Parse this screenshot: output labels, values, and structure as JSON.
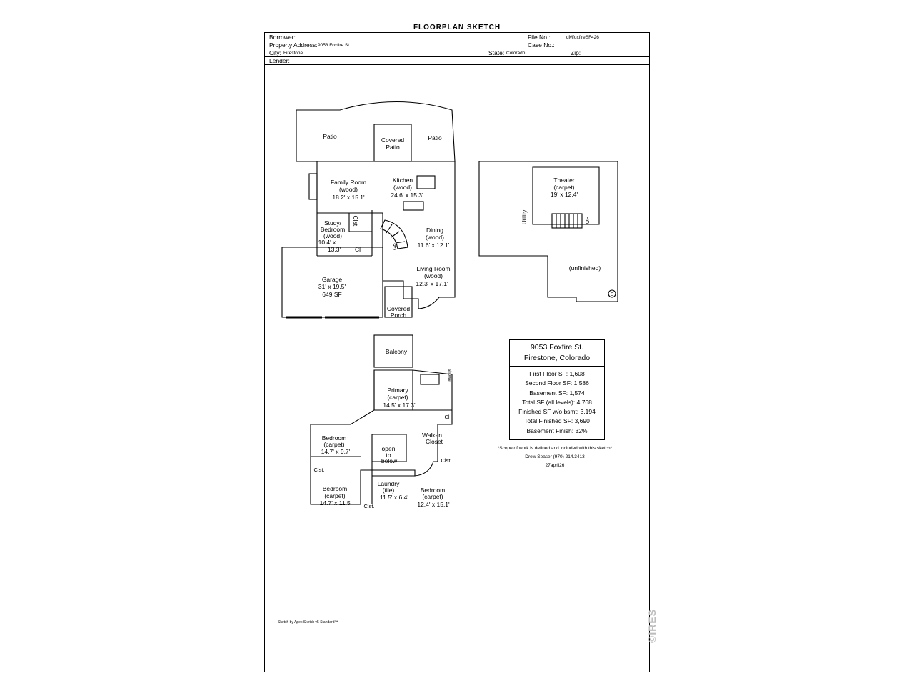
{
  "page_title": "FLOORPLAN SKETCH",
  "header": {
    "borrower_label": "Borrower:",
    "file_no_label": "File No.:",
    "file_no_value": "dMfoxfireSF426",
    "property_label": "Property Address:",
    "property_value": "9053 Foxfire St.",
    "case_no_label": "Case No.:",
    "city_label": "City:",
    "city_value": "Firestone",
    "state_label": "State:",
    "state_value": "Colorado",
    "zip_label": "Zip:",
    "lender_label": "Lender:"
  },
  "first_floor": {
    "patio_left": "Patio",
    "covered_patio": [
      "Covered",
      "Patio"
    ],
    "patio_right": "Patio",
    "family_room": [
      "Family Room",
      "(wood)",
      "18.2' x 15.1'"
    ],
    "kitchen": [
      "Kitchen",
      "(wood)",
      "24.6' x 15.3'"
    ],
    "study": [
      "Study/",
      "Bedroom",
      "(wood)",
      "10.4' x",
      "13.3'"
    ],
    "clst": "Clst.",
    "cl": "Cl",
    "up": "UP",
    "dining": [
      "Dining",
      "(wood)",
      "11.6' x 12.1'"
    ],
    "garage": [
      "Garage",
      "31' x 19.5'",
      "649 SF"
    ],
    "living_room": [
      "Living Room",
      "(wood)",
      "12.3' x 17.1'"
    ],
    "covered_porch": [
      "Covered",
      "Porch"
    ]
  },
  "basement": {
    "theater": [
      "Theater",
      "(carpet)",
      "19' x 12.4'"
    ],
    "utility": "Utility",
    "up": "UP",
    "unfinished": "(unfinished)",
    "sump": "S"
  },
  "second_floor": {
    "balcony": "Balcony",
    "primary": [
      "Primary",
      "(carpet)",
      "14.5' x 17.3'"
    ],
    "shower": "shower",
    "cl": "Cl",
    "walk_in": [
      "Walk-in",
      "Closet"
    ],
    "bedroom_nw": [
      "Bedroom",
      "(carpet)",
      "14.7' x 9.7'"
    ],
    "open_below": [
      "open",
      "to",
      "below"
    ],
    "clst": "Clst.",
    "bedroom_sw": [
      "Bedroom",
      "(carpet)",
      "14.7' x 11.5'"
    ],
    "laundry": [
      "Laundry",
      "(tile)",
      "11.5' x 6.4'"
    ],
    "bedroom_se": [
      "Bedroom",
      "(carpet)",
      "12.4' x 15.1'"
    ]
  },
  "summary": {
    "address_line1": "9053 Foxfire St.",
    "address_line2": "Firestone, Colorado",
    "lines": [
      "First Floor SF: 1,608",
      "Second Floor SF: 1,586",
      "Basement SF: 1,574",
      "Total SF (all levels): 4,768",
      "Finished SF w/o bsmt: 3,194",
      "Total Finished SF: 3,690",
      "Basement Finish: 32%"
    ],
    "scope_note": "*Scope of work is defined and included with this sketch*",
    "preparer": "Drew Seaser    (970) 214.3413",
    "date": "27april26"
  },
  "credit": "Sketch by Apex Sketch v5 Standard™",
  "watermark": "©IRES"
}
